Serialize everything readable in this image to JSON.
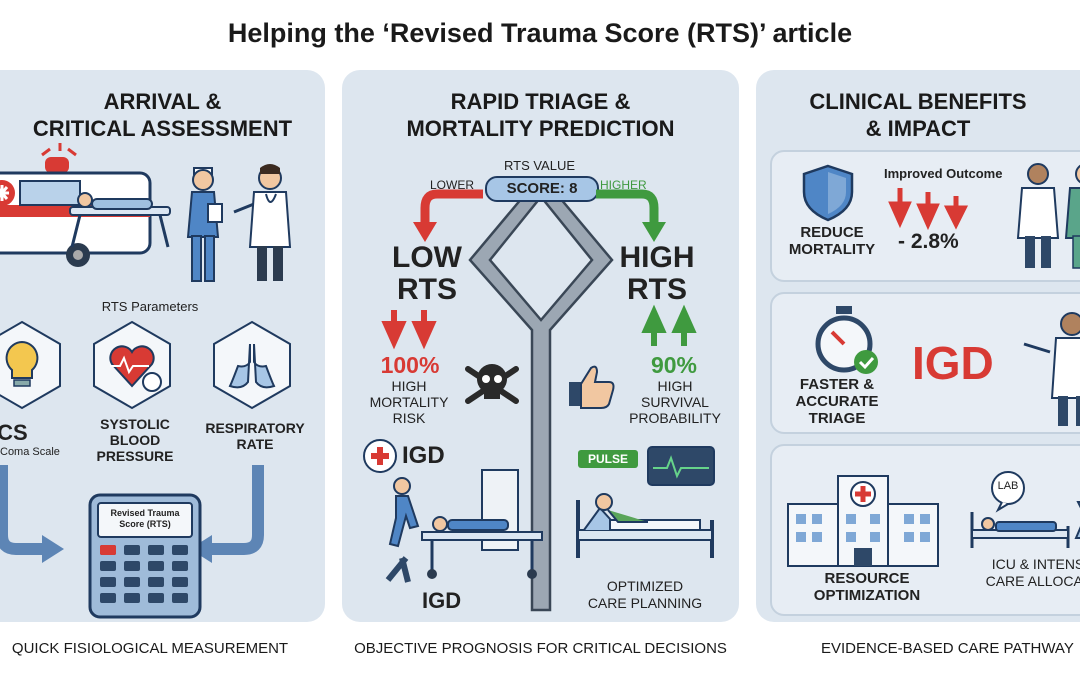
{
  "title": "Helping the ‘Revised Trauma Score (RTS)’ article",
  "panel1": {
    "heading_line1": "ARRIVAL &",
    "heading_line2": "CRITICAL ASSESSMENT",
    "params_label": "RTS Parameters",
    "gcs_label": "GCS",
    "gcs_sub": "Coma Scale",
    "bp_label": "SYSTOLIC\nBLOOD\nPRESSURE",
    "rr_label": "RESPIRATORY\nRATE",
    "calc_label": "Revised Trauma\nScore (RTS)",
    "caption": "QUICK FISIOLOGICAL MEASUREMENT"
  },
  "panel2": {
    "heading_line1": "RAPID TRIAGE &",
    "heading_line2": "MORTALITY PREDICTION",
    "rts_value_label": "RTS VALUE",
    "score_label": "SCORE: 8",
    "lower_label": "LOWER",
    "higher_label": "HIGHER",
    "low_rts": "LOW\nRTS",
    "high_rts": "HIGH\nRTS",
    "low_pct": "100%",
    "high_pct": "90%",
    "low_risk": "HIGH\nMORTALITY\nRISK",
    "high_survival": "HIGH\nSURVIVAL\nPROBABILITY",
    "igd_top": "IGD",
    "igd_bottom": "IGD",
    "pulse_label": "PULSE",
    "care_planning": "OPTIMIZED\nCARE PLANNING",
    "caption": "OBJECTIVE PROGNOSIS FOR CRITICAL DECISIONS"
  },
  "panel3": {
    "heading_line1": "CLINICAL BENEFITS",
    "heading_line2": "& IMPACT",
    "improved_outcome": "Improved Outcome",
    "reduce_mortality": "REDUCE\nMORTALITY",
    "mortality_delta": "- 2.8%",
    "faster_triage": "FASTER &\nACCURATE\nTRIAGE",
    "igd": "IGD",
    "resource_opt": "RESOURCE\nOPTIMIZATION",
    "icu_alloc": "ICU & INTENS\nCARE ALLOCAT",
    "lab": "LAB",
    "caption": "EVIDENCE-BASED CARE PATHWAY"
  },
  "colors": {
    "panel_bg": "#dde6ef",
    "red": "#d83a34",
    "green": "#3f9a3f",
    "navy": "#1f3a5f",
    "steel": "#5d85b5"
  }
}
